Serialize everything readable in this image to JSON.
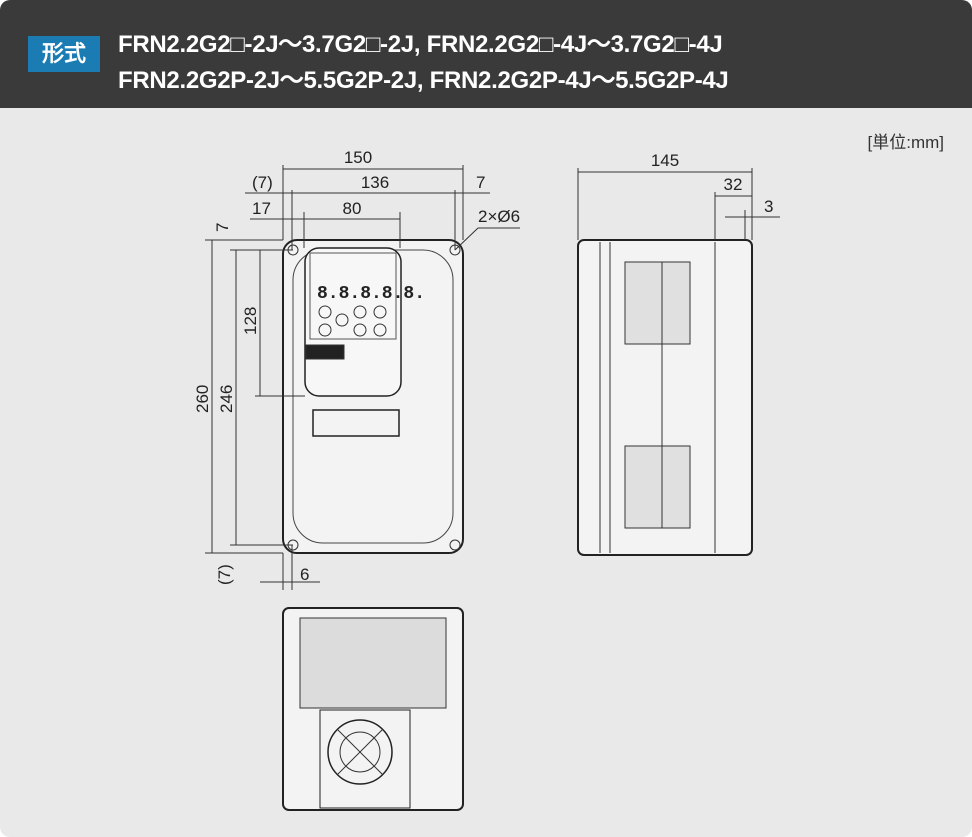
{
  "header": {
    "badge": "形式",
    "line1": "FRN2.2G2□-2J～3.7G2□-2J, FRN2.2G2□-4J～3.7G2□-4J",
    "line2": "FRN2.2G2P-2J～5.5G2P-2J, FRN2.2G2P-4J～5.5G2P-4J"
  },
  "unit": "[単位:mm]",
  "front": {
    "w150": "150",
    "w136": "136",
    "p7l": "(7)",
    "r7": "7",
    "d17": "17",
    "d80": "80",
    "holes": "2×Ø6",
    "t7": "7",
    "h128": "128",
    "h260": "260",
    "h246": "246",
    "b7": "(7)",
    "b6": "6"
  },
  "side": {
    "d145": "145",
    "d32": "32",
    "d3": "3"
  },
  "colors": {
    "header": "#3b3a3a",
    "badge": "#1a7cb2",
    "background": "#e9e9e9"
  }
}
